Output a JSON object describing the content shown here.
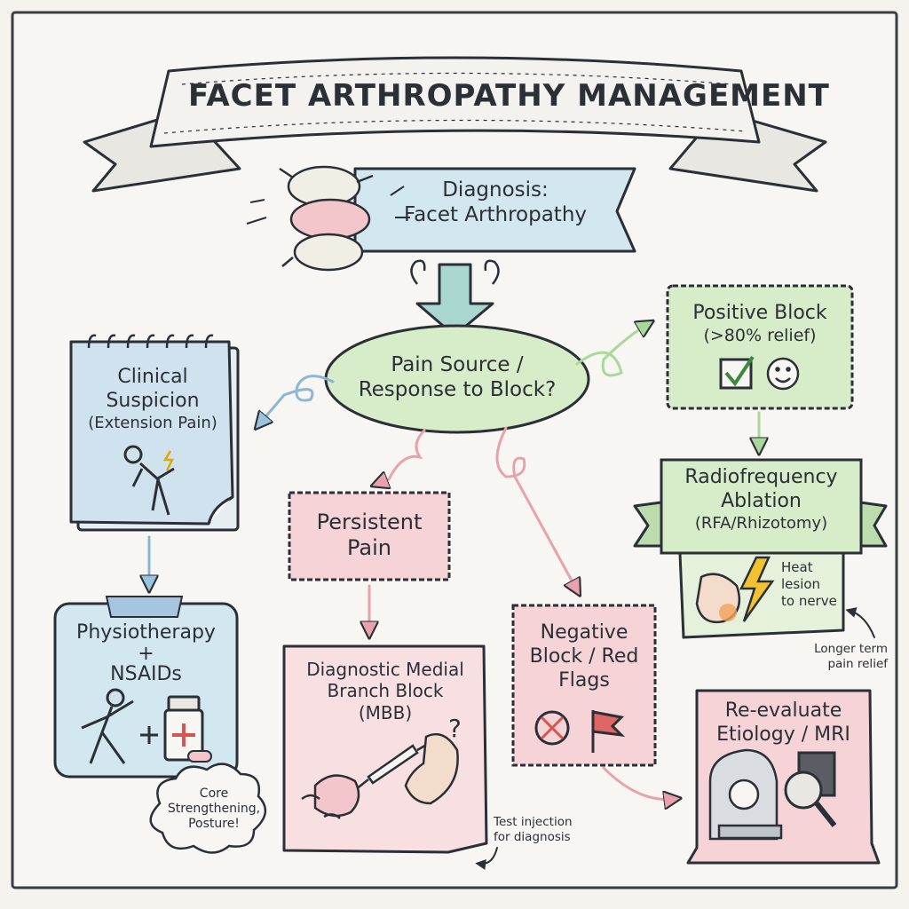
{
  "title": "FACET ARTHROPATHY MANAGEMENT",
  "nodes": {
    "diagnosis": {
      "l1": "Diagnosis:",
      "l2": "Facet Arthropathy"
    },
    "decision": {
      "l1": "Pain Source /",
      "l2": "Response to Block?"
    },
    "clinical": {
      "l1": "Clinical",
      "l2": "Suspicion",
      "l3": "(Extension Pain)"
    },
    "physio": {
      "l1": "Physiotherapy",
      "l2": "+",
      "l3": "NSAIDs"
    },
    "core_note": {
      "l1": "Core",
      "l2": "Strengthening,",
      "l3": "Posture!"
    },
    "persistent": {
      "l1": "Persistent",
      "l2": "Pain"
    },
    "mbb": {
      "l1": "Diagnostic Medial",
      "l2": "Branch Block",
      "l3": "(MBB)"
    },
    "test_note": {
      "l1": "Test injection",
      "l2": "for diagnosis"
    },
    "negative": {
      "l1": "Negative",
      "l2": "Block / Red",
      "l3": "Flags"
    },
    "positive": {
      "l1": "Positive Block",
      "l2": "(>80% relief)"
    },
    "rfa": {
      "l1": "Radiofrequency",
      "l2": "Ablation",
      "l3": "(RFA/Rhizotomy)"
    },
    "heat_note": {
      "l1": "Heat",
      "l2": "lesion",
      "l3": "to nerve"
    },
    "longer_note": {
      "l1": "Longer term",
      "l2": "pain relief"
    },
    "reeval": {
      "l1": "Re-evaluate",
      "l2": "Etiology / MRI"
    }
  },
  "colors": {
    "blue": "#cfe2ee",
    "green": "#d7ecc9",
    "pink": "#f6d3d6",
    "teal": "#a9d6ce",
    "ink": "#2b2f36"
  },
  "icons": [
    "spine-icon",
    "person-back-pain-icon",
    "exercise-icon",
    "medicine-bottle-icon",
    "check-icon",
    "smiley-icon",
    "cancel-circle-icon",
    "red-flag-icon",
    "syringe-hand-icon",
    "lightning-icon",
    "mri-scanner-icon",
    "magnifier-icon"
  ]
}
